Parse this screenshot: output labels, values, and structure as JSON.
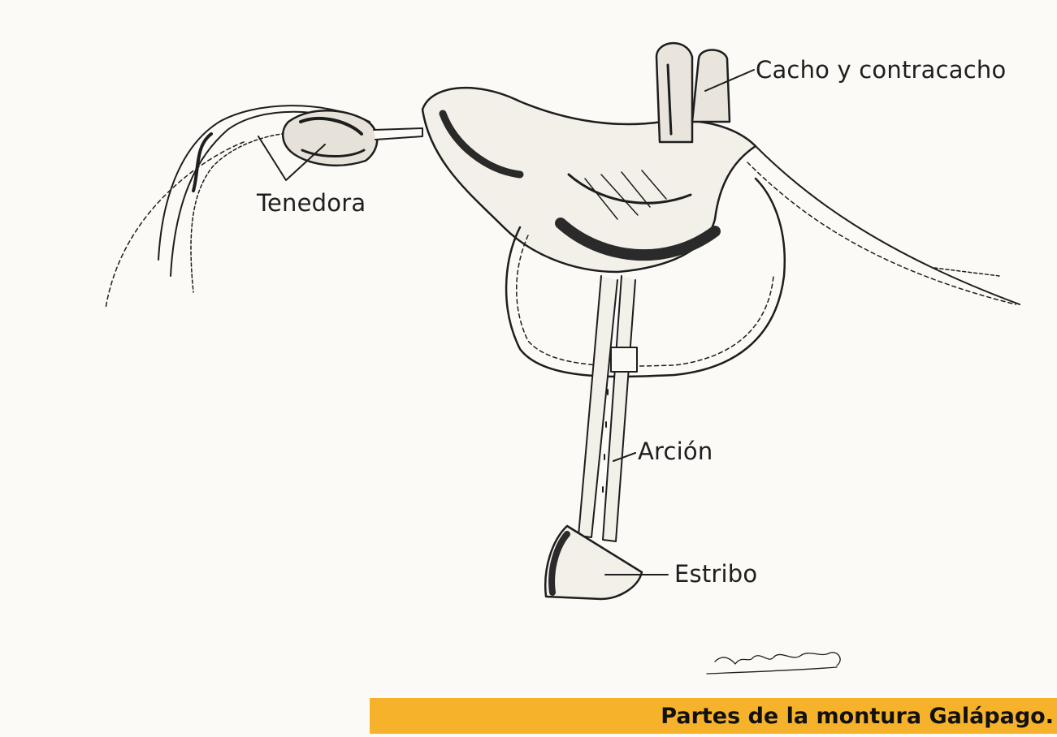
{
  "labels": {
    "tenedora": "Tenedora",
    "cacho": "Cacho y contracacho",
    "arcion": "Arción",
    "estribo": "Estribo"
  },
  "caption": "Partes de la montura Galápago.",
  "signature": "Enrique Andrés Díaz",
  "colors": {
    "background": "#fbfaf6",
    "ink": "#1e1e1e",
    "caption_bar": "#f5b22a"
  }
}
